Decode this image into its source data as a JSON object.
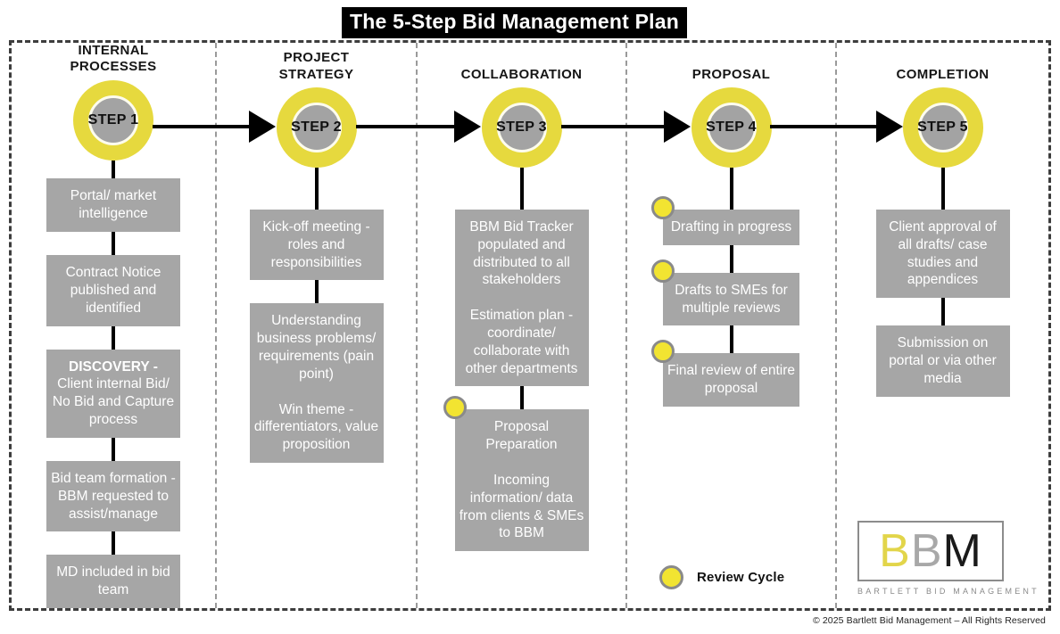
{
  "title": "The 5-Step Bid Management Plan",
  "colors": {
    "accent_yellow": "#e6d93e",
    "marker_yellow": "#f2e431",
    "box_gray": "#a6a6a6",
    "circle_gray": "#a3a3a3"
  },
  "steps": [
    {
      "phase": "INTERNAL PROCESSES",
      "step_label": "STEP 1",
      "boxes": [
        {
          "text": "Portal/ market intelligence"
        },
        {
          "text": "Contract Notice published and identified"
        },
        {
          "bold": "DISCOVERY -",
          "text": "Client internal Bid/ No Bid and Capture process"
        },
        {
          "text": "Bid team formation - BBM requested to assist/manage"
        },
        {
          "text": "MD included in bid team"
        }
      ]
    },
    {
      "phase": "PROJECT STRATEGY",
      "step_label": "STEP 2",
      "boxes": [
        {
          "text": "Kick-off meeting - roles and responsibilities"
        },
        {
          "text": "Understanding business problems/ requirements (pain point)\n\nWin theme - differentiators, value proposition"
        }
      ]
    },
    {
      "phase": "COLLABORATION",
      "step_label": "STEP 3",
      "boxes": [
        {
          "text": "BBM Bid Tracker populated and distributed to all stakeholders\n\nEstimation plan - coordinate/ collaborate with other departments"
        },
        {
          "text": "Proposal Preparation\n\nIncoming information/ data from clients & SMEs to BBM",
          "review_marker": true
        }
      ]
    },
    {
      "phase": "PROPOSAL",
      "step_label": "STEP 4",
      "boxes": [
        {
          "text": "Drafting in progress",
          "review_marker": true
        },
        {
          "text": "Drafts to SMEs for multiple reviews",
          "review_marker": true
        },
        {
          "text": "Final review of entire proposal",
          "review_marker": true
        }
      ]
    },
    {
      "phase": "COMPLETION",
      "step_label": "STEP 5",
      "boxes": [
        {
          "text": "Client approval of all drafts/ case studies and appendices"
        },
        {
          "text": "Submission on portal or via other media"
        }
      ]
    }
  ],
  "legend": {
    "label": "Review Cycle"
  },
  "logo": {
    "b1": "B",
    "b2": "B",
    "m": "M",
    "subtitle": "BARTLETT BID MANAGEMENT"
  },
  "copyright": "© 2025 Bartlett Bid Management – All Rights Reserved"
}
